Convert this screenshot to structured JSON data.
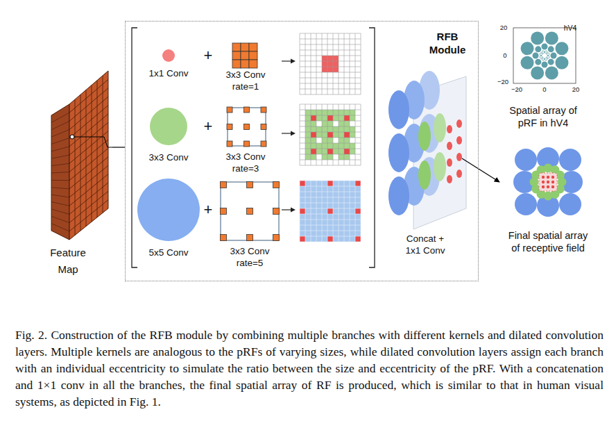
{
  "diagram": {
    "caption": "Fig. 2. Construction of the RFB module by combining multiple branches with different kernels and dilated convolution layers. Multiple kernels are analogous to the pRFs of varying sizes, while dilated convolution layers assign each branch with an individual eccentricity to simulate the ratio between the size and eccentricity of the pRF. With a concatenation and 1×1 conv in all the branches, the final spatial array of RF is produced, which is similar to that in human visual systems, as depicted in Fig. 1.",
    "nodes": [
      {
        "text": [
          "Feature Map"
        ]
      },
      {
        "text": [
          "RFB Module"
        ]
      },
      {
        "text": [
          "1x1 Conv"
        ],
        "in": 1
      },
      {
        "text": [
          "3x3 Conv rate=1"
        ],
        "in": 1
      },
      {
        "text": [
          "3x3 Conv"
        ],
        "in": 1
      },
      {
        "text": [
          "3x3 Conv rate=3"
        ],
        "in": 1
      },
      {
        "text": [
          "5x5 Conv"
        ],
        "in": 1
      },
      {
        "text": [
          "3x3 Conv rate=5"
        ],
        "in": 1
      },
      {
        "text": [
          "Concat + 1x1 Conv"
        ],
        "in": 1
      },
      {
        "text": [
          "hV4",
          "Spatial array of pRF in hV4"
        ]
      },
      {
        "text": [
          "Final spatial array of receptive field"
        ]
      }
    ],
    "edges": [
      {
        "from": 0,
        "to": 1,
        "arrow": "none"
      },
      {
        "from": 8,
        "to": 10,
        "arrow": "to"
      }
    ],
    "labels": [
      "+",
      "+",
      "+",
      "20",
      "0",
      "−20",
      "−20",
      "0",
      "20"
    ]
  }
}
